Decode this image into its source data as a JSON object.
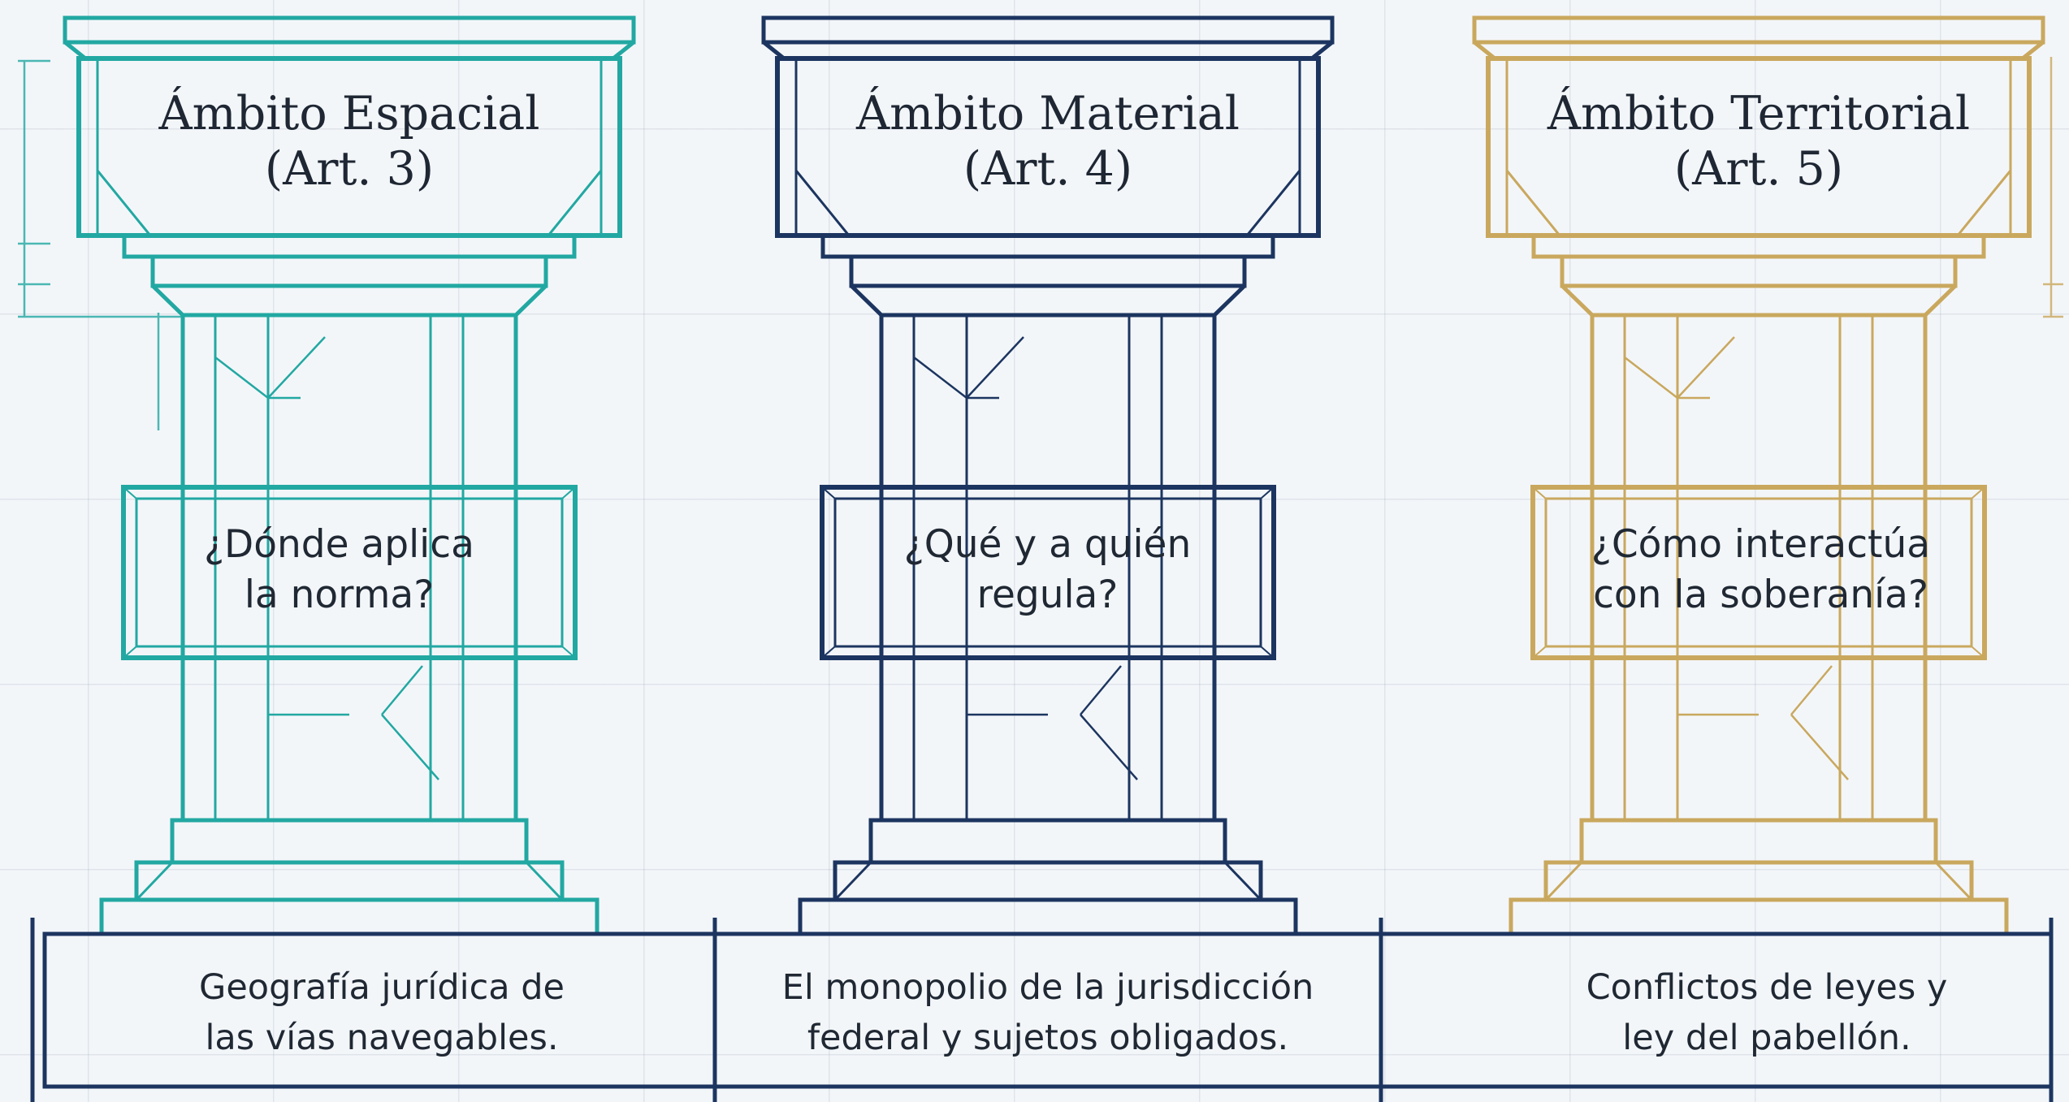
{
  "pillars": [
    {
      "title_line1": "Ámbito Espacial",
      "title_line2": "(Art. 3)",
      "question_line1": "¿Dónde aplica",
      "question_line2": "la norma?",
      "desc_line1": "Geografía jurídica de",
      "desc_line2": "las vías navegables.",
      "color": "#22a8a2"
    },
    {
      "title_line1": "Ámbito Material",
      "title_line2": "(Art. 4)",
      "question_line1": "¿Qué y a quién",
      "question_line2": "regula?",
      "desc_line1": "El monopolio de la jurisdicción",
      "desc_line2": "federal y sujetos obligados.",
      "color": "#1c3560"
    },
    {
      "title_line1": "Ámbito Territorial",
      "title_line2": "(Art. 5)",
      "question_line1": "¿Cómo interactúa",
      "question_line2": "con la soberanía?",
      "desc_line1": "Conflictos de leyes y",
      "desc_line2": "ley del pabellón.",
      "color": "#c9a85e"
    }
  ],
  "base_color": "#1c3560"
}
